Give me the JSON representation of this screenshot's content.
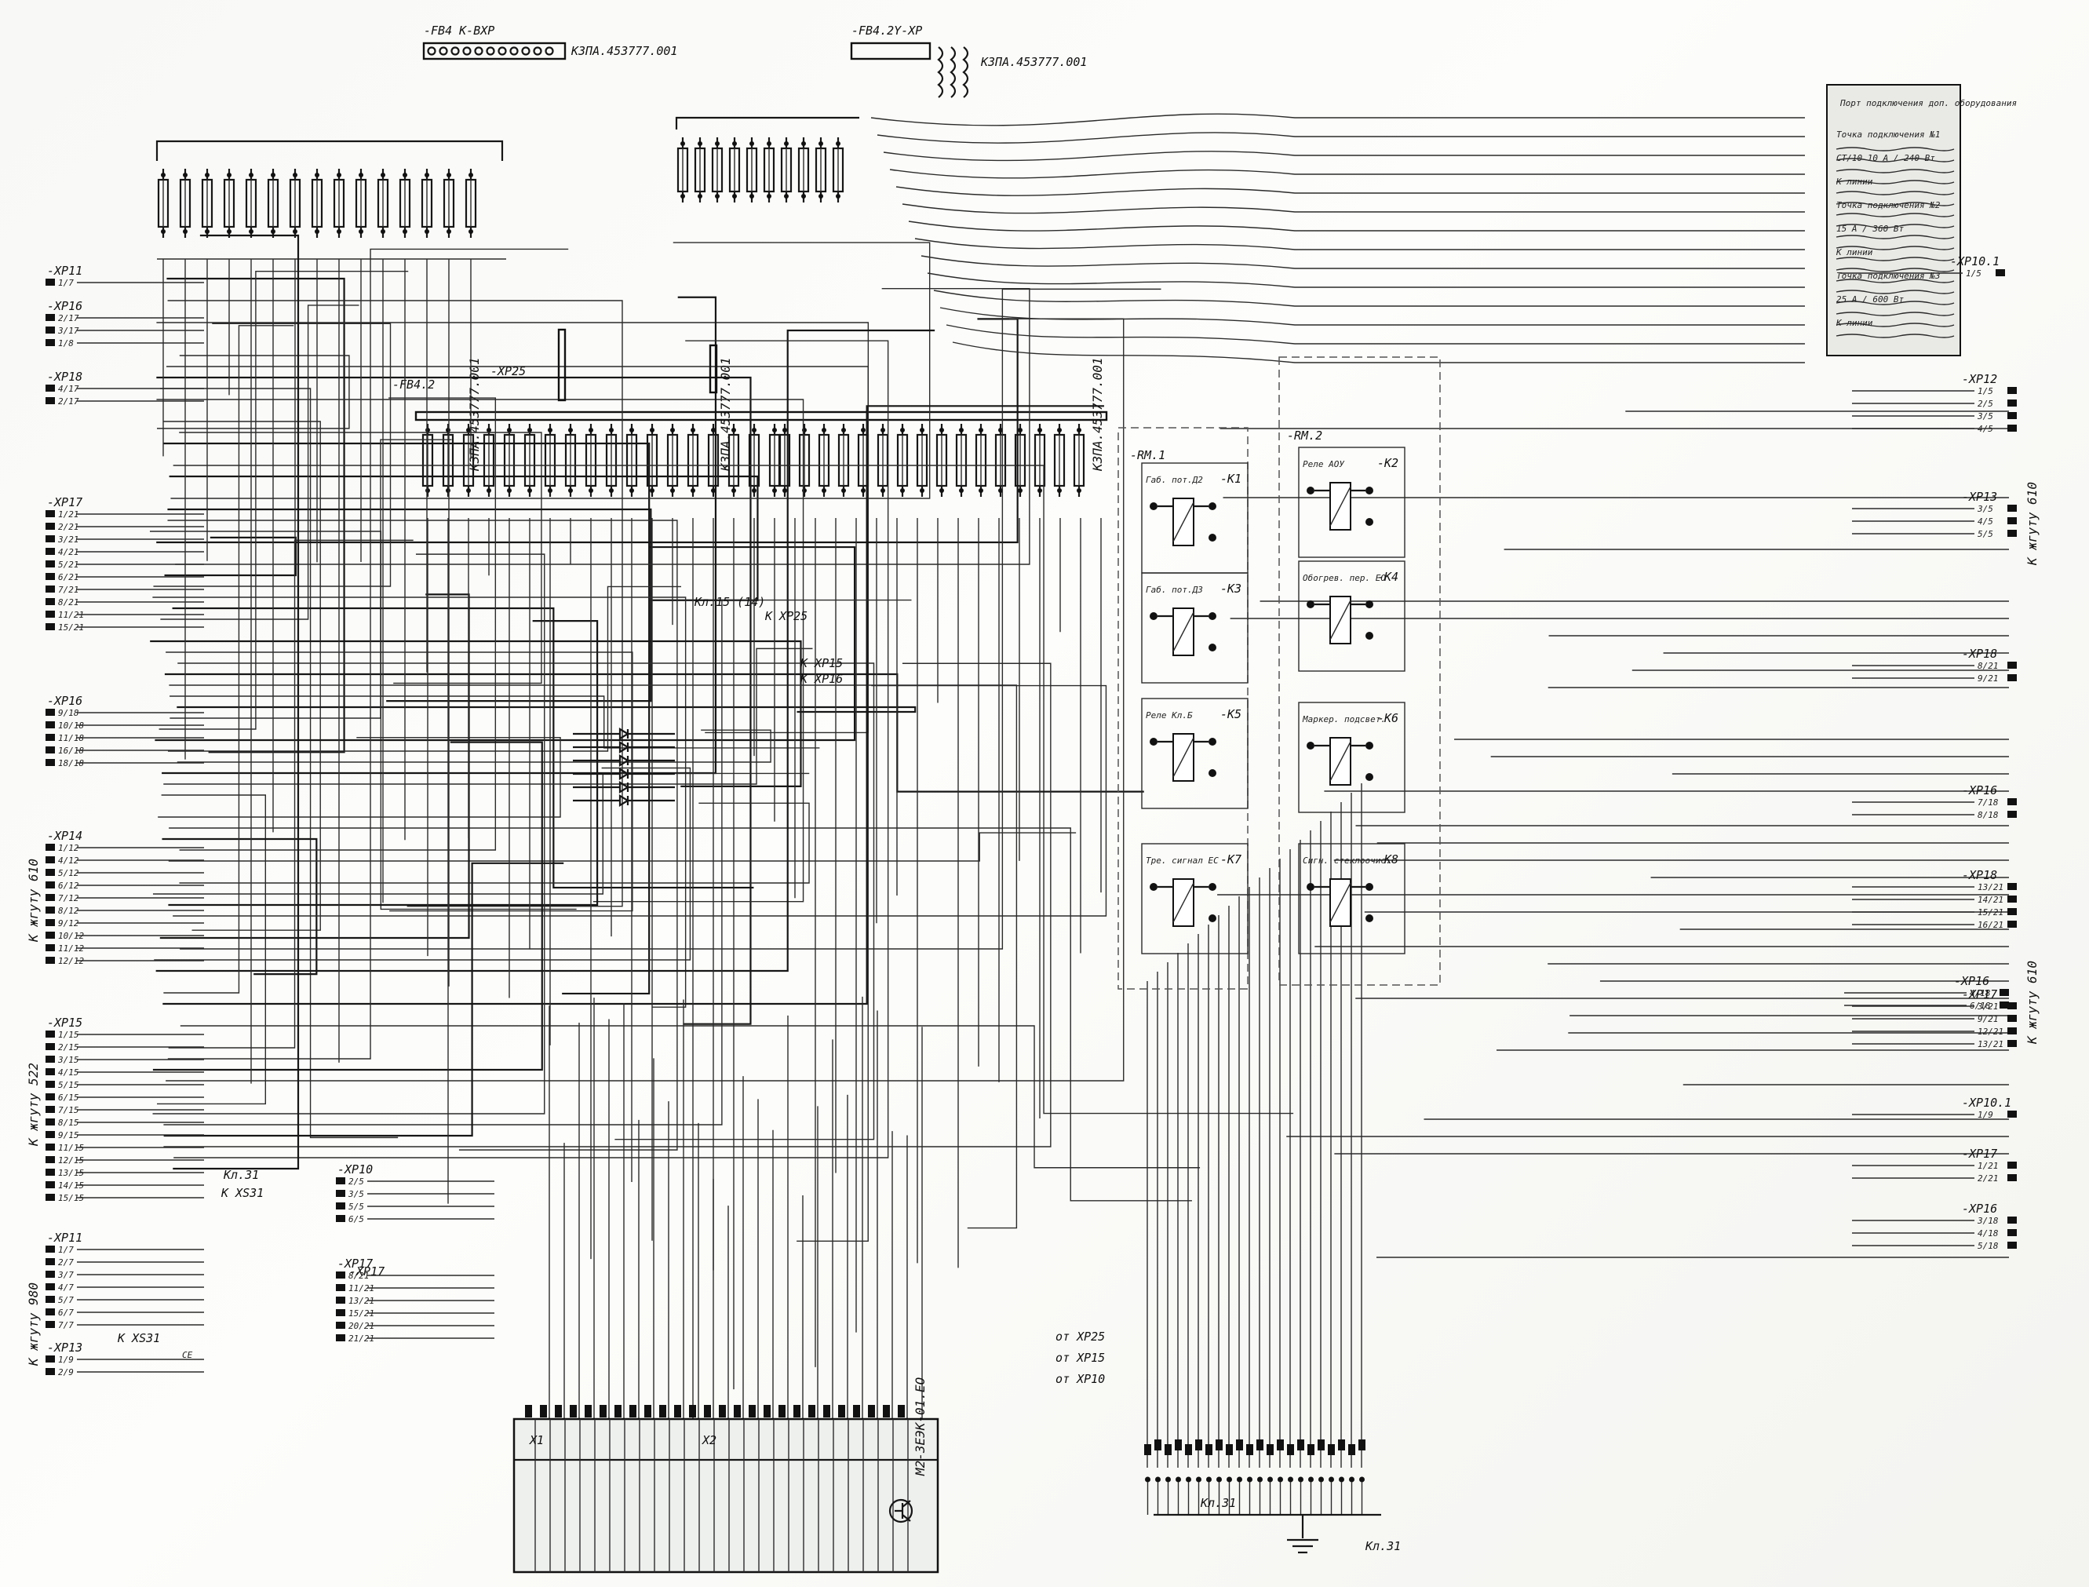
{
  "diagram": {
    "fuse_block_top_left": {
      "id": "-FB4 K-BXP",
      "part": "КЗПА.453777.001"
    },
    "fuse_block_top_mid": {
      "id": "-FB4.2Y-XP",
      "part": "КЗПА.453777.001"
    },
    "fuse_block_mid": {
      "id": "-FB4.2",
      "part": "КЗПА.453777.001"
    },
    "relay_block_left": "-RM.1",
    "relay_block_right": "-RM.2",
    "legend_box": {
      "title": "Порт подключения доп. оборудования",
      "entries": [
        "Точка подключения №1",
        "СТ/10 10 А / 240 Вт",
        "К линии",
        "Точка подключения №2",
        "15 А / 360 Вт",
        "К линии",
        "Точка подключения №3",
        "25 А / 600 Вт",
        "К линии"
      ]
    },
    "relays": [
      {
        "id": "-K1",
        "label": "Габ. пот.Д2"
      },
      {
        "id": "-K2",
        "label": "Реле АОУ"
      },
      {
        "id": "-K3",
        "label": "Габ. пот.Д3"
      },
      {
        "id": "-K4",
        "label": "Обогрев. пер. ЕО"
      },
      {
        "id": "-K5",
        "label": "Реле Кл.Б"
      },
      {
        "id": "-K6",
        "label": "Маркер. подсвет."
      },
      {
        "id": "-K7",
        "label": "Тре. сигнал ЕС"
      },
      {
        "id": "-K8",
        "label": "Сигн. стеклоочис."
      }
    ],
    "left_connectors": [
      {
        "id": "-XP11",
        "lines": [
          "1/7"
        ]
      },
      {
        "id": "-XP16",
        "lines": [
          "2/17",
          "3/17",
          "1/8"
        ]
      },
      {
        "id": "-XP18",
        "lines": [
          "4/17",
          "2/17"
        ]
      },
      {
        "id": "-XP17",
        "lines": [
          "1/21",
          "2/21",
          "3/21",
          "4/21",
          "5/21",
          "6/21",
          "7/21",
          "8/21",
          "11/21",
          "15/21"
        ]
      },
      {
        "id": "-XP16",
        "lines": [
          "9/18",
          "10/18",
          "11/18",
          "16/18",
          "18/18"
        ]
      },
      {
        "id": "-XP14",
        "lines": [
          "1/12",
          "4/12",
          "5/12",
          "6/12",
          "7/12",
          "8/12",
          "9/12",
          "10/12",
          "11/12",
          "12/12"
        ]
      },
      {
        "id": "-XP15",
        "lines": [
          "1/15",
          "2/15",
          "3/15",
          "4/15",
          "5/15",
          "6/15",
          "7/15",
          "8/15",
          "9/15",
          "11/15",
          "12/15",
          "13/15",
          "14/15",
          "15/15"
        ]
      },
      {
        "id": "-XP11",
        "lines": [
          "1/7",
          "2/7",
          "3/7",
          "4/7",
          "5/7",
          "6/7",
          "7/7"
        ]
      },
      {
        "id": "-XP13",
        "lines": [
          "1/9",
          "2/9"
        ]
      }
    ],
    "left_group_labels": [
      "К жгуту 610",
      "К жгуту 522",
      "К жгуту 980"
    ],
    "right_connectors": [
      {
        "id": "-XP10.1",
        "lines": [
          "1/5"
        ]
      },
      {
        "id": "-XP12",
        "lines": [
          "1/5",
          "2/5",
          "3/5",
          "4/5"
        ]
      },
      {
        "id": "-XP13",
        "lines": [
          "3/5",
          "4/5",
          "5/5"
        ]
      },
      {
        "id": "-XP18",
        "lines": [
          "8/21",
          "9/21"
        ]
      },
      {
        "id": "-XP16",
        "lines": [
          "7/18",
          "8/18"
        ]
      },
      {
        "id": "-XP18",
        "lines": [
          "13/21",
          "14/21",
          "15/21",
          "16/21"
        ]
      },
      {
        "id": "-XP16",
        "lines": [
          "4/18",
          "6/18"
        ]
      },
      {
        "id": "-XP17",
        "lines": [
          "3/21",
          "9/21",
          "12/21",
          "13/21"
        ]
      },
      {
        "id": "-XP10.1",
        "lines": [
          "1/9"
        ]
      },
      {
        "id": "-XP17",
        "lines": [
          "1/21",
          "2/21"
        ]
      },
      {
        "id": "-XP16",
        "lines": [
          "3/18",
          "4/18",
          "5/18"
        ]
      }
    ],
    "right_group_labels": [
      "К жгуту 610",
      "К жгуту 610"
    ],
    "bottom_connectors": [
      {
        "id": "-XP10",
        "lines": [
          "2/5",
          "3/5",
          "5/5",
          "6/5"
        ]
      },
      {
        "id": "-XP17",
        "lines": [
          "8/21",
          "11/21",
          "13/21",
          "15/21",
          "20/21",
          "21/21"
        ]
      }
    ],
    "bottom_device": {
      "id": "М2-ЗЕЭК-01.ЕО",
      "blocks": [
        "X1",
        "X2"
      ]
    },
    "ground_marks": [
      "Кл.31",
      "Кл.31"
    ],
    "misc_labels": [
      "К XS31",
      "К XS31",
      "К XP25",
      "К XP15",
      "К XP16",
      "Кл.15 (14)",
      "Кл.31",
      "СЕ",
      "от XP25",
      "от XP15",
      "от XP10",
      "-XP25",
      "-XP17"
    ]
  }
}
